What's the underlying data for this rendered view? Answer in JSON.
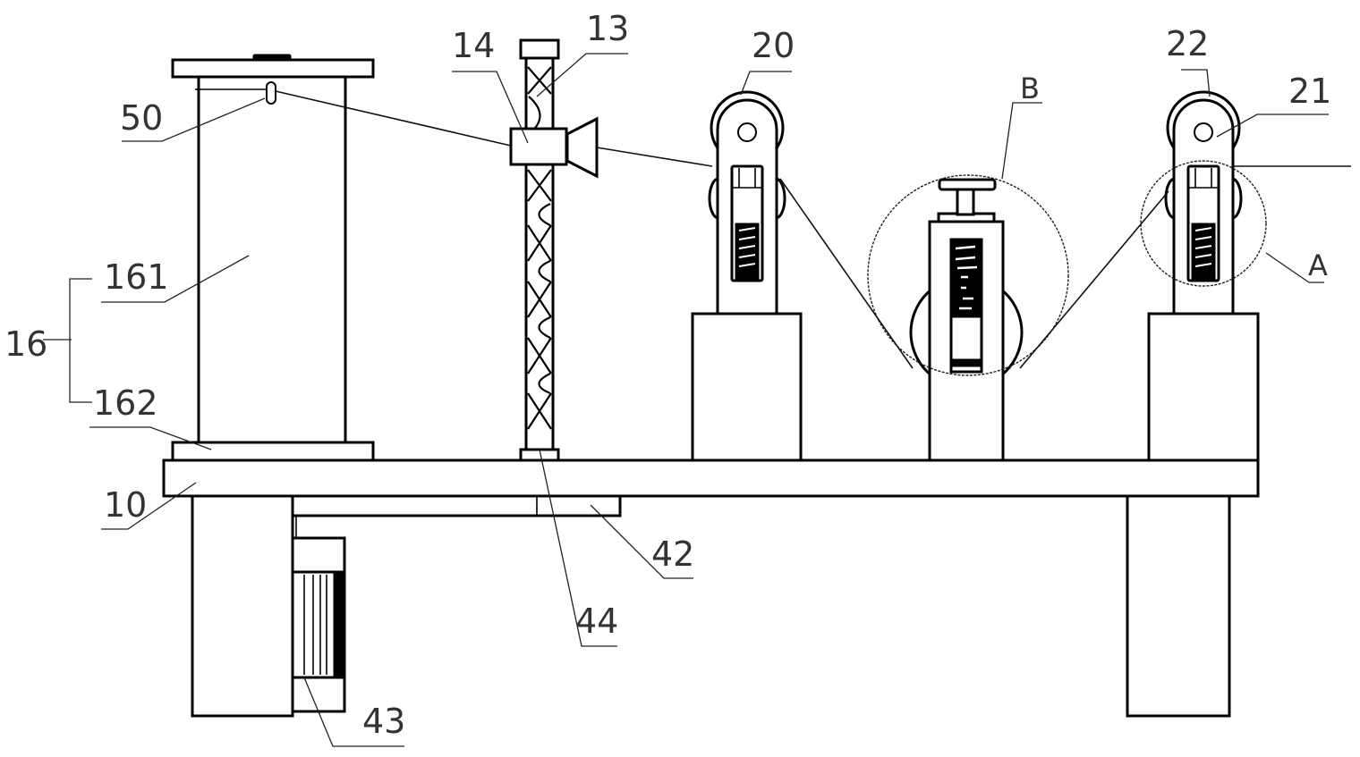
{
  "figure": {
    "type": "mechanical-patent-drawing",
    "line_color": "#000000",
    "background": "#ffffff"
  },
  "labels": {
    "l10": "10",
    "l13": "13",
    "l14": "14",
    "l16": "16",
    "l161": "161",
    "l162": "162",
    "l20": "20",
    "l21": "21",
    "l22": "22",
    "l42": "42",
    "l43": "43",
    "l44": "44",
    "l50": "50",
    "lA": "A",
    "lB": "B"
  }
}
